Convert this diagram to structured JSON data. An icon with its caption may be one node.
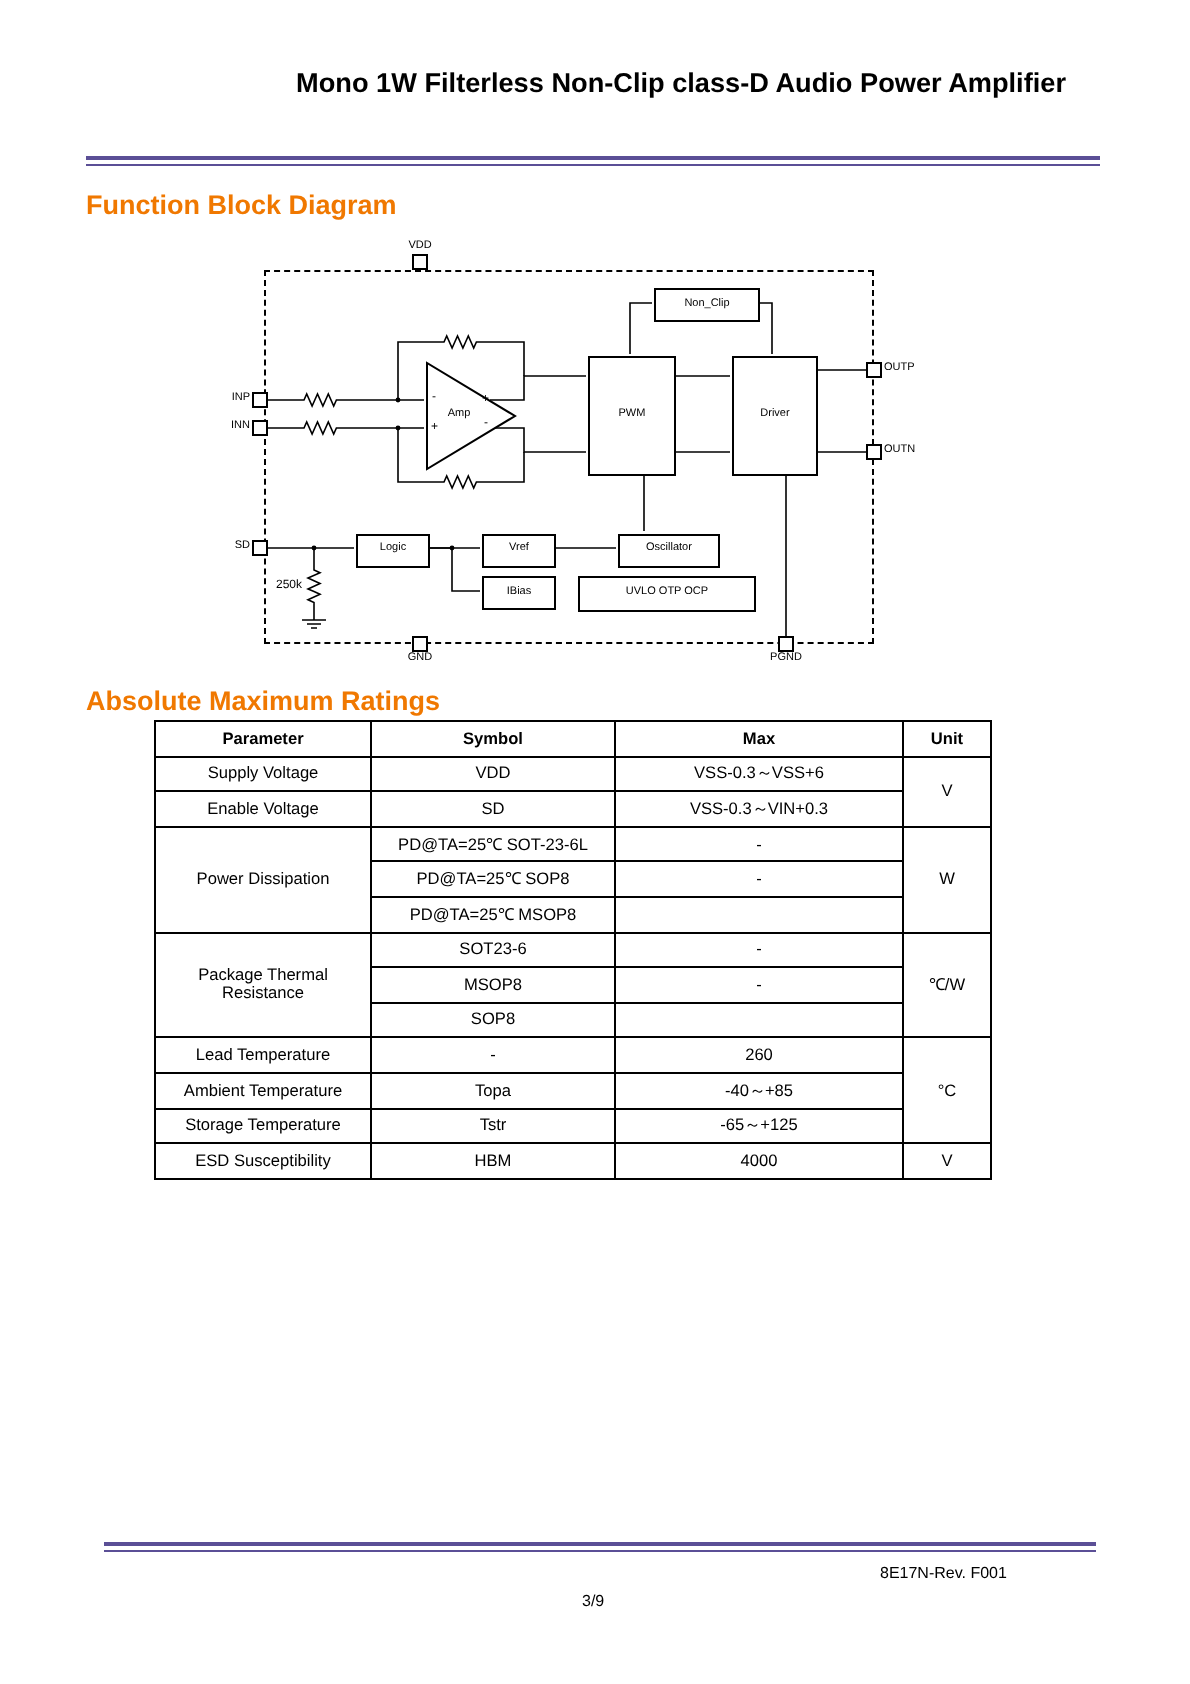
{
  "diagram": {
    "title": "Mono 1W Filterless Non-Clip class-D Audio Power Amplifier",
    "nodes": [
      {
        "text": [],
        "shape": "box"
      },
      {
        "text": [
          "VDD"
        ]
      },
      {
        "text": [
          "INP"
        ]
      },
      {
        "text": [
          "INN"
        ]
      },
      {
        "text": [
          "SD"
        ]
      },
      {
        "text": [
          "OUTP"
        ]
      },
      {
        "text": [
          "OUTN"
        ]
      },
      {
        "text": [
          "GND"
        ]
      },
      {
        "text": [
          "PGND"
        ]
      },
      {
        "text": [
          "Amp"
        ],
        "in": 0
      },
      {
        "text": [
          "PWM"
        ],
        "in": 0
      },
      {
        "text": [
          "Non_Clip"
        ],
        "in": 0
      },
      {
        "text": [
          "Driver"
        ],
        "in": 0
      },
      {
        "text": [
          "Logic"
        ],
        "in": 0
      },
      {
        "text": [
          "Vref"
        ],
        "in": 0
      },
      {
        "text": [
          "IBias"
        ],
        "in": 0
      },
      {
        "text": [
          "Oscillator"
        ],
        "in": 0
      },
      {
        "text": [
          "UVLO OTP OCP"
        ],
        "in": 0
      }
    ],
    "edges": [
      {
        "from": 2,
        "to": 9,
        "arrow": "none"
      },
      {
        "from": 3,
        "to": 9,
        "arrow": "none"
      },
      {
        "from": 9,
        "to": 10,
        "arrow": "none"
      },
      {
        "from": 9,
        "to": 10,
        "arrow": "none"
      },
      {
        "from": 10,
        "to": 12,
        "arrow": "none"
      },
      {
        "from": 10,
        "to": 12,
        "arrow": "none"
      },
      {
        "from": 10,
        "to": 11,
        "arrow": "none"
      },
      {
        "from": 11,
        "to": 12,
        "arrow": "none"
      },
      {
        "from": 12,
        "to": 5,
        "arrow": "none"
      },
      {
        "from": 12,
        "to": 6,
        "arrow": "none"
      },
      {
        "from": 10,
        "to": 16,
        "arrow": "none"
      },
      {
        "from": 14,
        "to": 16,
        "arrow": "none"
      },
      {
        "from": 13,
        "to": 14,
        "arrow": "none"
      },
      {
        "from": 13,
        "to": 15,
        "arrow": "none"
      },
      {
        "from": 4,
        "to": 13,
        "arrow": "none"
      },
      {
        "from": 12,
        "to": 8,
        "arrow": "none"
      }
    ],
    "labels": [
      "Function Block Diagram",
      "-",
      "+",
      "+",
      "-",
      "250k",
      "Absolute Maximum Ratings",
      "Parameter",
      "Symbol",
      "Max",
      "Unit",
      "Supply Voltage",
      "VDD",
      "VSS-0.3～VSS+6",
      "V",
      "Enable Voltage",
      "SD",
      "VSS-0.3～VIN+0.3",
      "Power Dissipation",
      "PD@TA=25℃ SOT-23-6L",
      "-",
      "PD@TA=25℃ SOP8",
      "-",
      "W",
      "PD@TA=25℃ MSOP8",
      "Package Thermal Resistance",
      "SOT23-6",
      "-",
      "MSOP8",
      "-",
      "℃/W",
      "SOP8",
      "Lead Temperature",
      "-",
      "260",
      "Ambient Temperature",
      "Topa",
      "-40～+85",
      "°C",
      "Storage Temperature",
      "Tstr",
      "-65～+125",
      "ESD Susceptibility",
      "HBM",
      "4000",
      "V",
      "8E17N-Rev. F001",
      "3/9"
    ]
  }
}
